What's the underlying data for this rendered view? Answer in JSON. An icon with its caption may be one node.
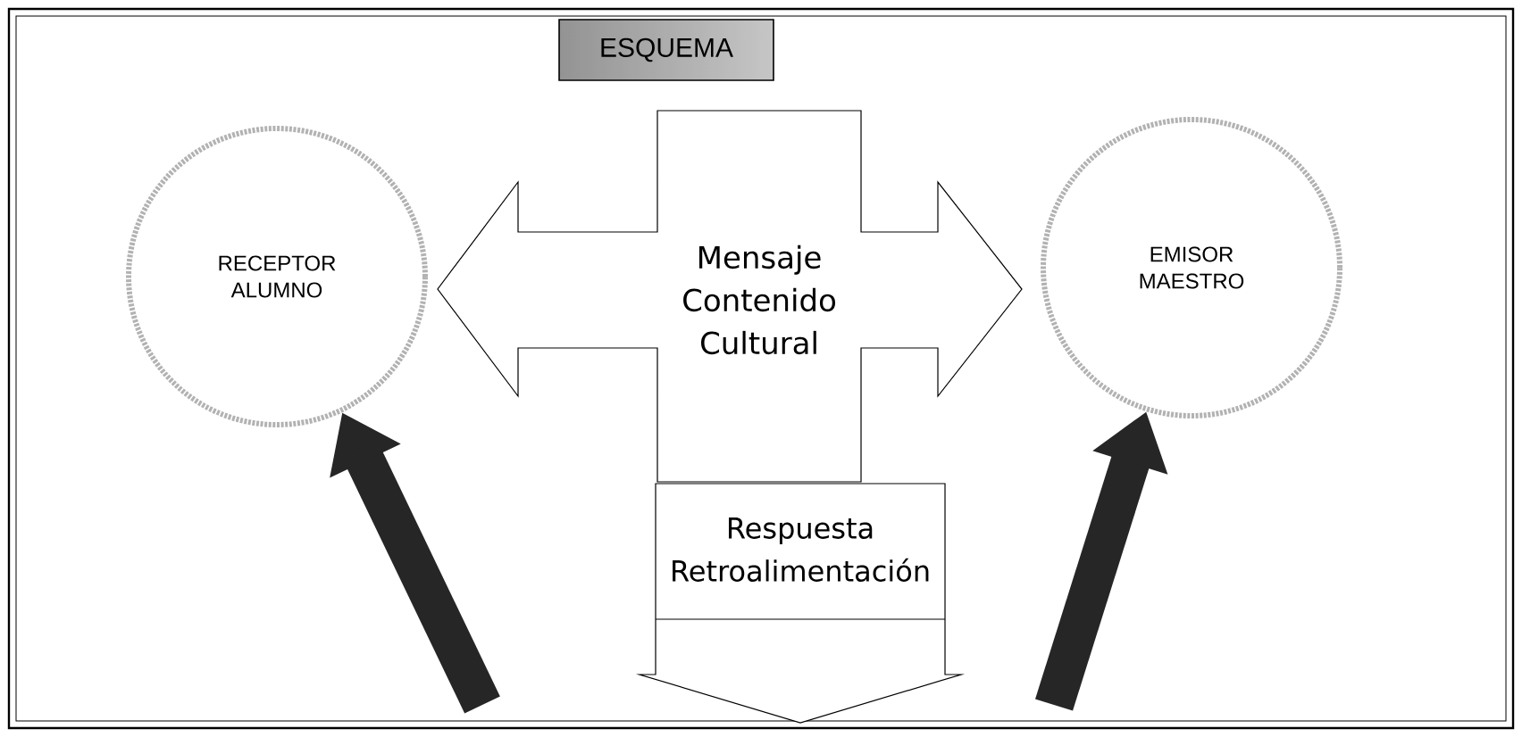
{
  "diagram": {
    "title": "ESQUEMA",
    "nodes": [
      {
        "text": [
          "RECEPTOR ALUMNO"
        ]
      },
      {
        "text": [
          "Mensaje Contenido Cultural"
        ]
      },
      {
        "text": [
          "EMISOR MAESTRO"
        ]
      },
      {
        "text": [
          "Respuesta Retroalimentación"
        ]
      }
    ],
    "edges": [
      {
        "from": null,
        "to": 0,
        "arrow": "to"
      },
      {
        "from": null,
        "to": 2,
        "arrow": "to"
      }
    ]
  }
}
